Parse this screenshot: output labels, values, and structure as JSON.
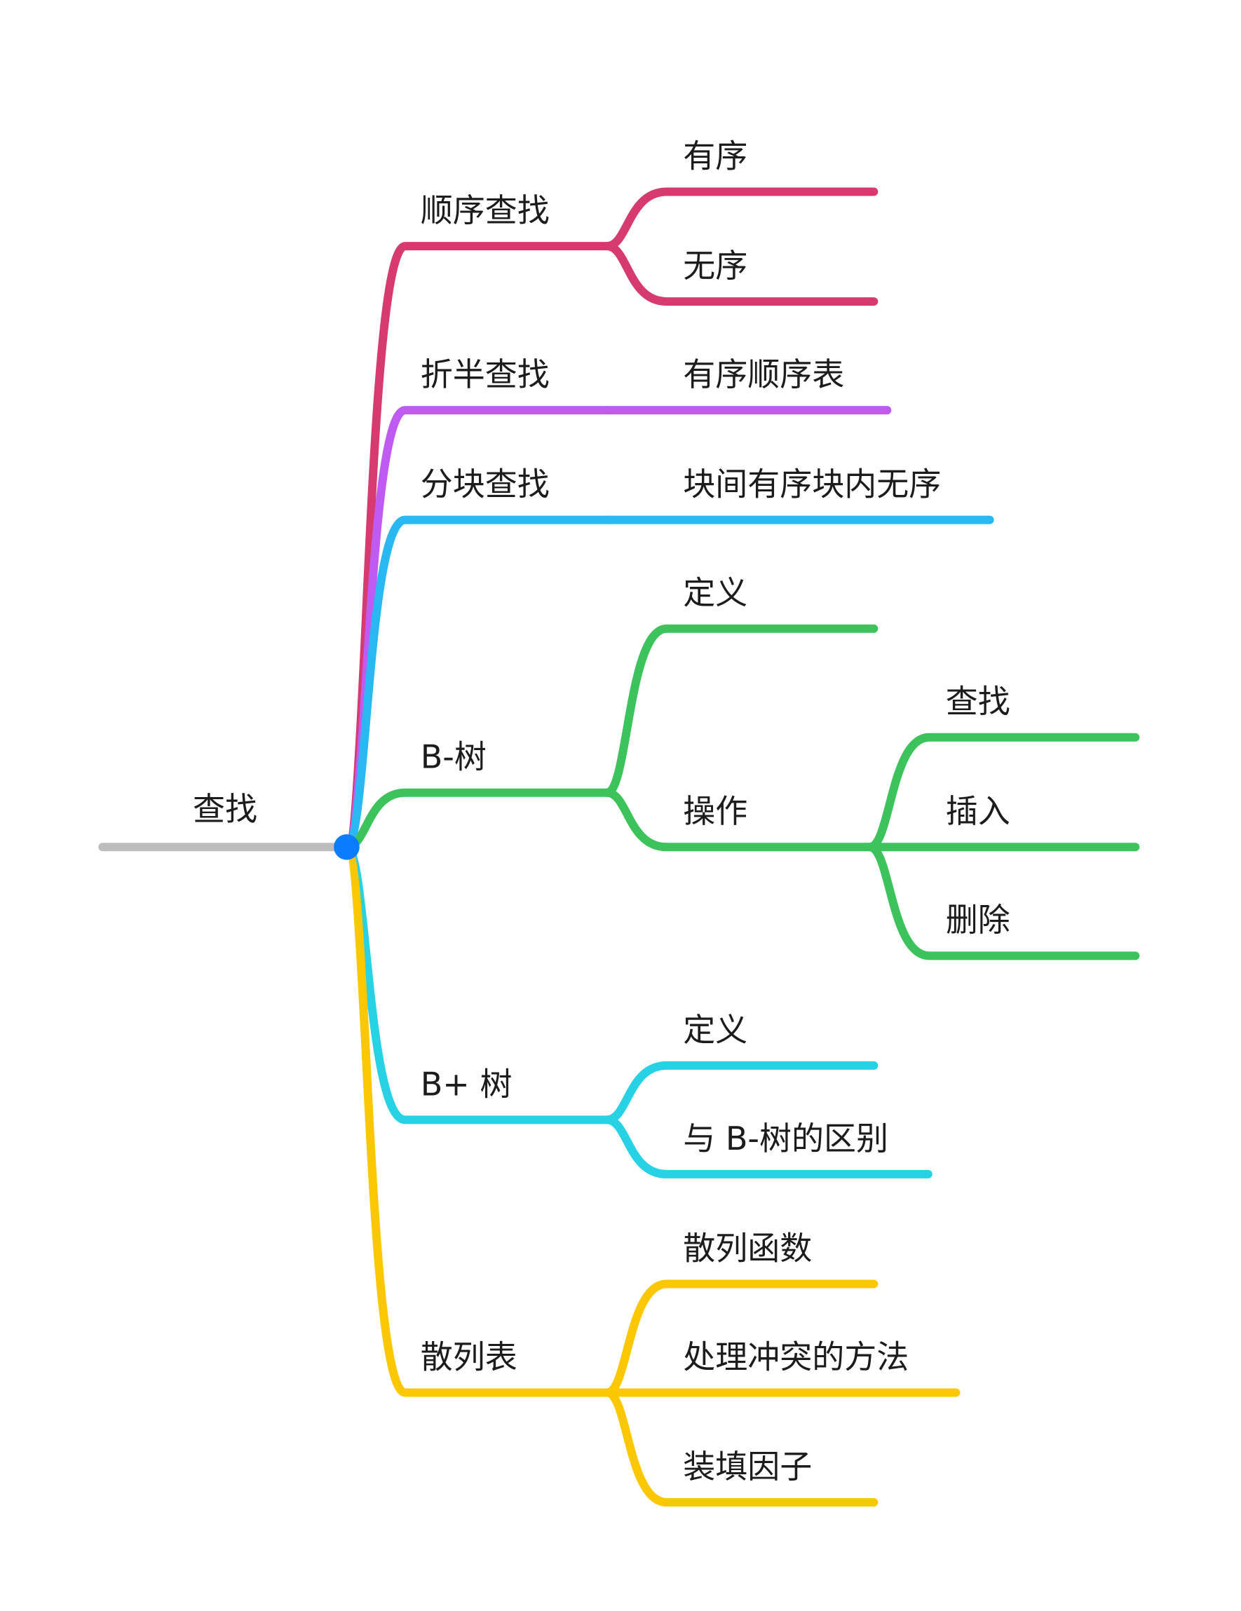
{
  "root": {
    "label": "查找",
    "line_color": "#bdbdbd",
    "node_color": "#0a7cff"
  },
  "branches": [
    {
      "id": "sequential",
      "label": "顺序查找",
      "color": "#d63a6e",
      "children": [
        {
          "label": "有序"
        },
        {
          "label": "无序"
        }
      ]
    },
    {
      "id": "binary",
      "label": "折半查找",
      "color": "#bf5af2",
      "children": [
        {
          "label": "有序顺序表"
        }
      ]
    },
    {
      "id": "block",
      "label": "分块查找",
      "color": "#2ab8f2",
      "children": [
        {
          "label": "块间有序块内无序"
        }
      ]
    },
    {
      "id": "btree",
      "label": "B-树",
      "color": "#3cc35c",
      "children": [
        {
          "label": "定义"
        },
        {
          "label": "操作",
          "children": [
            {
              "label": "查找"
            },
            {
              "label": "插入"
            },
            {
              "label": "删除"
            }
          ]
        }
      ]
    },
    {
      "id": "bplustree",
      "label": "B+ 树",
      "color": "#26d2e4",
      "children": [
        {
          "label": "定义"
        },
        {
          "label": "与 B-树的区别"
        }
      ]
    },
    {
      "id": "hash",
      "label": "散列表",
      "color": "#fbc700",
      "children": [
        {
          "label": "散列函数"
        },
        {
          "label": "处理冲突的方法"
        },
        {
          "label": "装填因子"
        }
      ]
    }
  ]
}
